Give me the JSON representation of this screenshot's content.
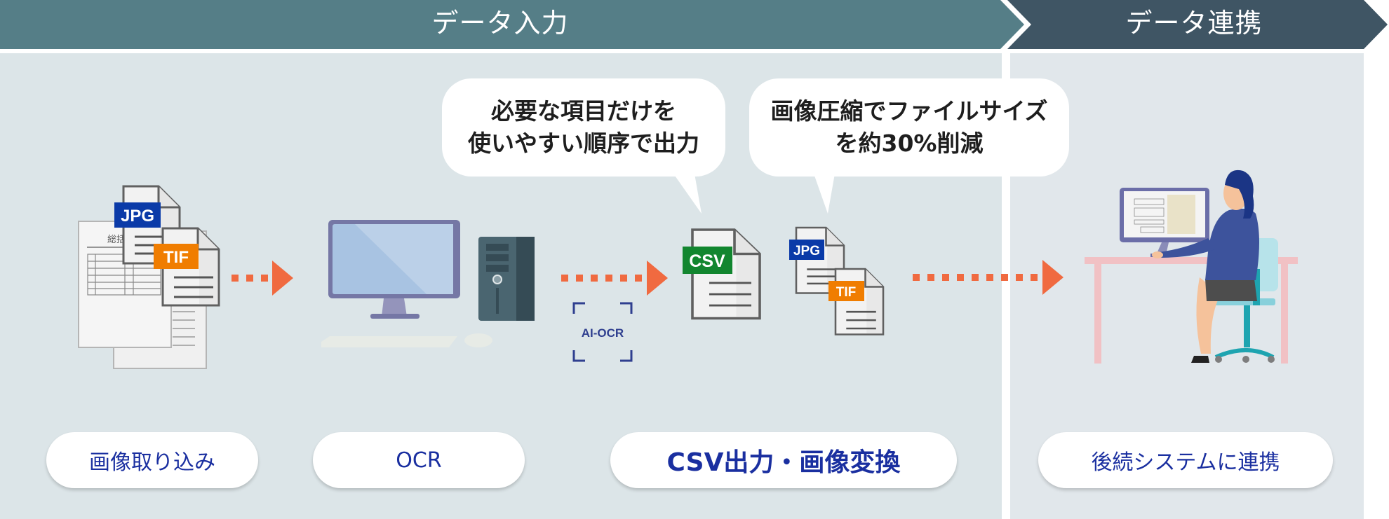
{
  "header": {
    "stages": [
      {
        "label": "データ入力",
        "color": "#557e87"
      },
      {
        "label": "データ連携",
        "color": "#3f5564"
      }
    ]
  },
  "colors": {
    "panel_input": "#dce5e8",
    "panel_link": "#e1e7eb",
    "arrow": "#f06a40",
    "pill_text": "#1a2fa0",
    "badge_jpg": "#0a3aa8",
    "badge_tif": "#f07d00",
    "badge_csv": "#12862f"
  },
  "callouts": [
    {
      "lines": [
        "必要な項目だけを",
        "使いやすい順序で出力"
      ]
    },
    {
      "lines": [
        "画像圧縮でファイルサイズ",
        "を約30%削減"
      ]
    }
  ],
  "illustrations": {
    "scanned_form_title": "総括",
    "input_badges": [
      "JPG",
      "TIF"
    ],
    "ocr_label": "AI-OCR",
    "output_badges": [
      "CSV",
      "JPG",
      "TIF"
    ]
  },
  "steps": [
    {
      "label": "画像取り込み"
    },
    {
      "label": "OCR"
    },
    {
      "label": "CSV出力・画像変換"
    },
    {
      "label": "後続システムに連携"
    }
  ]
}
